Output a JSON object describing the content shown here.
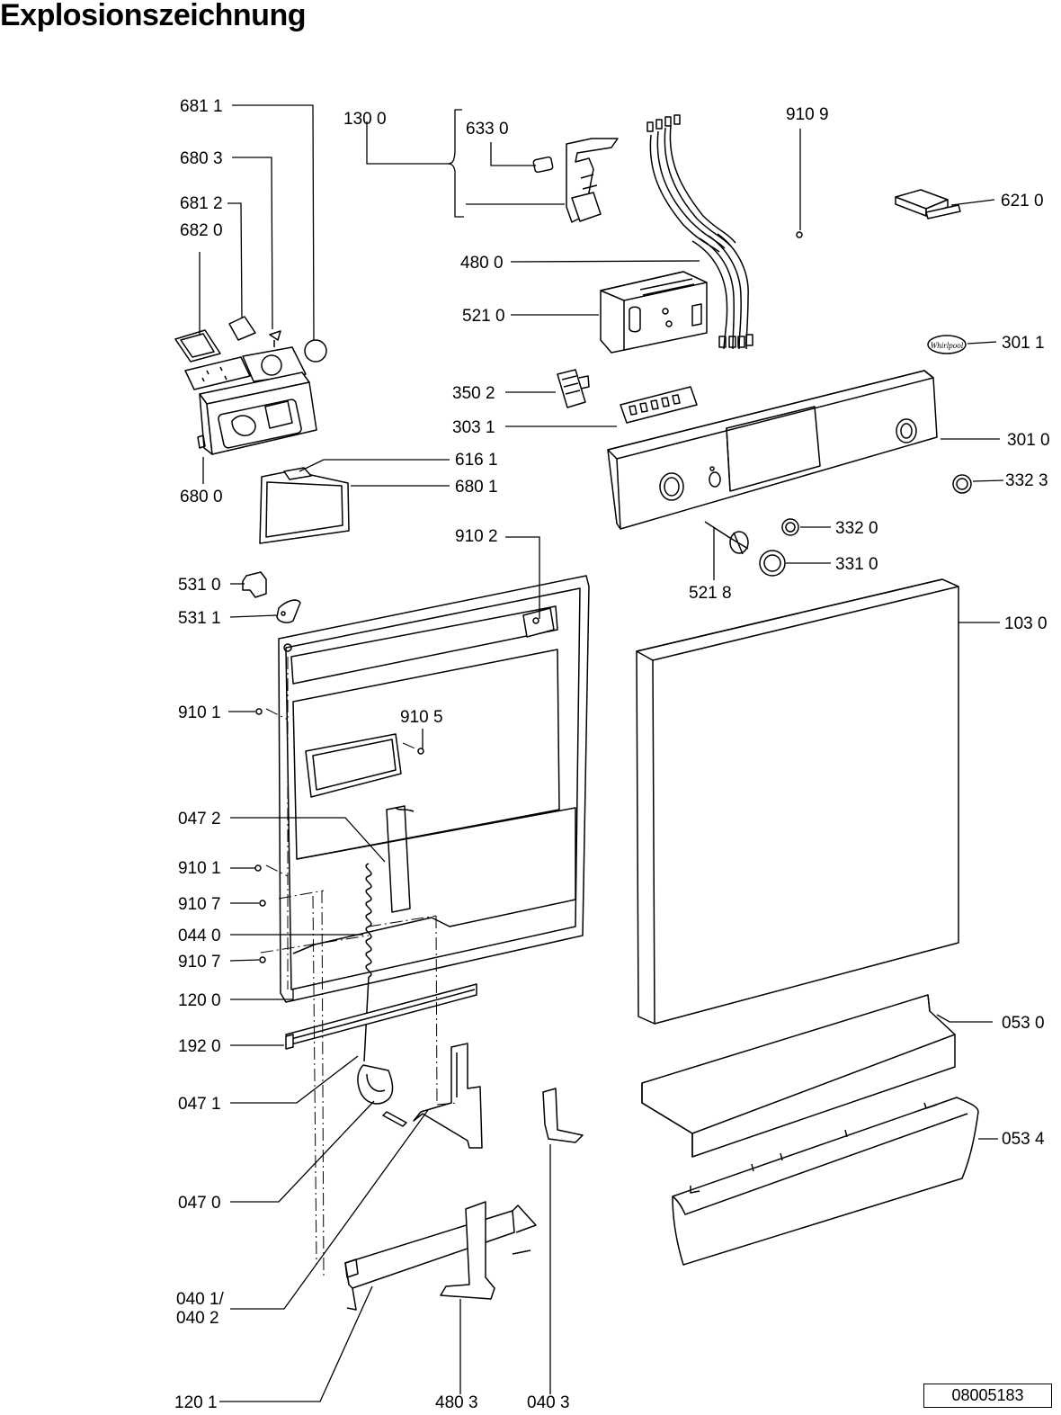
{
  "title": "Explosionszeichnung",
  "document_number": "08005183",
  "logo_text": "Whirlpool",
  "part_labels": [
    "681 1",
    "680 3",
    "681 2",
    "682 0",
    "680 0",
    "616 1",
    "680 1",
    "130 0",
    "633 0",
    "910 9",
    "621 0",
    "480 0",
    "521 0",
    "301 1",
    "350 2",
    "303 1",
    "301 0",
    "332 3",
    "332 0",
    "331 0",
    "521 8",
    "910 2",
    "531 0",
    "531 1",
    "103 0",
    "910 1",
    "910 5",
    "047 2",
    "910 1",
    "910 7",
    "044 0",
    "910 7",
    "120 0",
    "192 0",
    "053 0",
    "047 1",
    "053 4",
    "047 0",
    "040 1/",
    "040 2",
    "120 1",
    "480 3",
    "040 3"
  ]
}
